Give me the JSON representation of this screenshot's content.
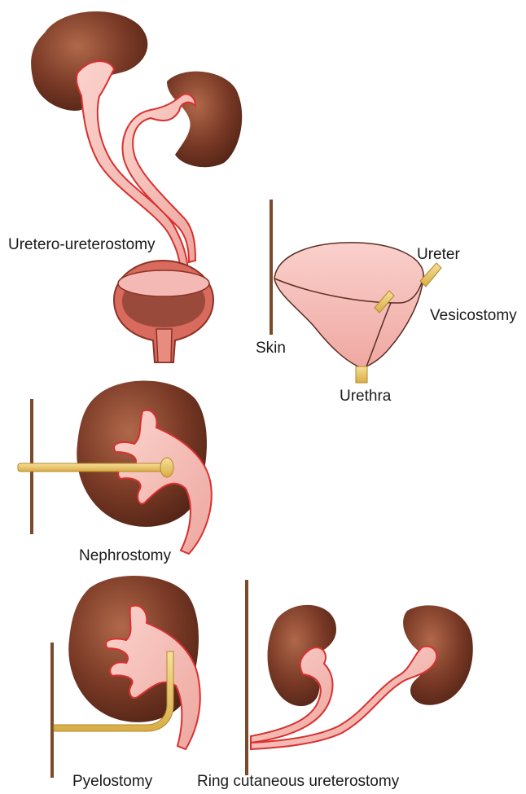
{
  "labels": {
    "uretero_ureterostomy": "Uretero-ureterostomy",
    "ureter": "Ureter",
    "vesicostomy": "Vesicostomy",
    "skin": "Skin",
    "urethra": "Urethra",
    "nephrostomy": "Nephrostomy",
    "pyelostomy": "Pyelostomy",
    "ring_cutaneous_ureterostomy": "Ring cutaneous ureterostomy"
  },
  "colors": {
    "kidney": "#7a3a26",
    "kidney_highlight": "#b0684a",
    "pelvis": "#f3b7b0",
    "pelvis_edge": "#d9302f",
    "skin_line": "#7b4a2a",
    "tube": "#e8c56a",
    "tube_edge": "#b08a2e",
    "bladder": "#f5b9b5",
    "bladder_edge": "#5a2e24"
  }
}
